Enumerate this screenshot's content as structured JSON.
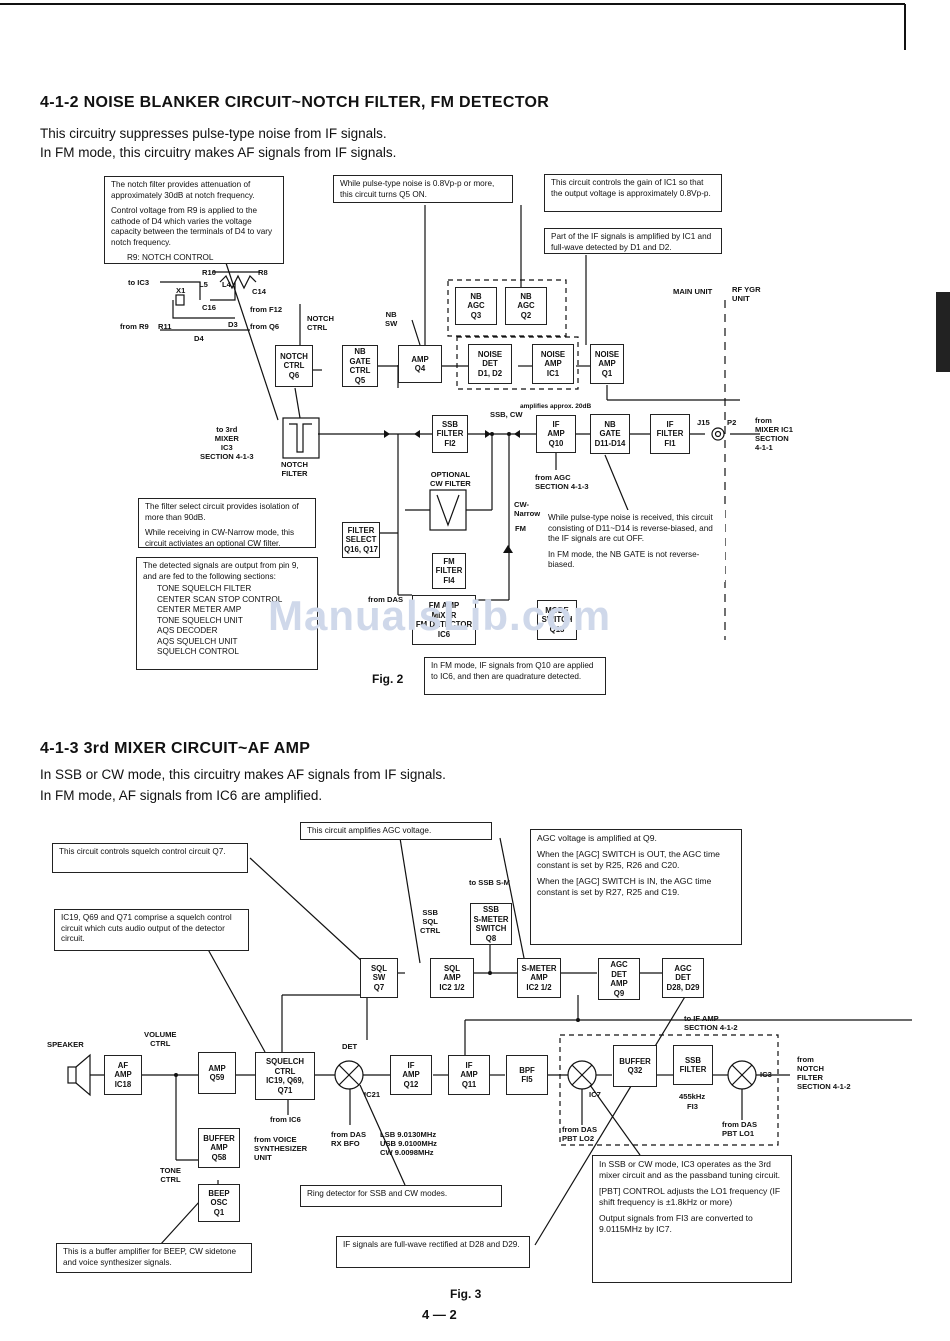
{
  "section1": {
    "title": "4-1-2 NOISE BLANKER CIRCUIT~NOTCH FILTER, FM DETECTOR",
    "intro1": "This circuitry suppresses pulse-type noise from IF signals.",
    "intro2": "In FM mode, this circuitry makes AF signals from IF signals.",
    "notes": {
      "notch": [
        "The notch filter provides attenuation of approximately 30dB at notch frequency.",
        "Control voltage from R9 is applied to the cathode of D4 which varies the voltage capacity between the terminals of D4 to vary notch frequency.",
        "R9: NOTCH CONTROL"
      ],
      "pulse": "While pulse-type noise is 0.8Vp-p or more, this circuit turns Q5 ON.",
      "gain": "This circuit controls the gain of IC1 so that the output voltage is approximately 0.8Vp-p.",
      "part": "Part of the IF signals is amplified by IC1 and full-wave detected by D1 and D2.",
      "filtersel": [
        "The filter select circuit provides isolation of more than 90dB.",
        "While receiving in CW-Narrow mode, this circuit activiates an optional CW filter."
      ],
      "detected": [
        "The detected signals are output from pin 9, and are fed to the following sections:",
        "TONE SQUELCH FILTER",
        "CENTER SCAN STOP CONTROL",
        "CENTER METER AMP",
        "TONE SQUELCH UNIT",
        "AQS DECODER",
        "AQS SQUELCH UNIT",
        "SQUELCH CONTROL"
      ],
      "reverse": [
        "While pulse-type noise is received, this circuit consisting of D11~D14 is reverse-biased, and the IF signals are cut OFF.",
        "In FM mode, the NB GATE is not reverse-biased."
      ],
      "fmmode": "In FM mode, IF signals from Q10 are applied to IC6, and then are quadrature detected."
    },
    "blocks": {
      "notch_ctrl": [
        "NOTCH",
        "CTRL",
        "Q6"
      ],
      "nb_gate_ctrl": [
        "NB",
        "GATE",
        "CTRL",
        "Q5"
      ],
      "amp_q4": [
        "AMP",
        "Q4"
      ],
      "nb_agc_q3": [
        "NB",
        "AGC",
        "Q3"
      ],
      "nb_agc_q2": [
        "NB",
        "AGC",
        "Q2"
      ],
      "noise_det": [
        "NOISE",
        "DET",
        "D1, D2"
      ],
      "noise_amp_ic1": [
        "NOISE",
        "AMP",
        "IC1"
      ],
      "noise_amp_q1": [
        "NOISE",
        "AMP",
        "Q1"
      ],
      "ssb_filter": [
        "SSB",
        "FILTER",
        "FI2"
      ],
      "if_amp_q10": [
        "IF",
        "AMP",
        "Q10"
      ],
      "nb_gate": [
        "NB",
        "GATE",
        "D11-D14"
      ],
      "if_filter": [
        "IF",
        "FILTER",
        "FI1"
      ],
      "filter_select": [
        "FILTER",
        "SELECT",
        "Q16, Q17"
      ],
      "fm_filter": [
        "FM",
        "FILTER",
        "FI4"
      ],
      "fm_det": [
        "FM AMP",
        "MIXER",
        "FM DETECTOR",
        "IC6"
      ],
      "mode_switch": [
        "MODE",
        "SWITCH",
        "Q15"
      ]
    },
    "labels": {
      "to_mixer": [
        "to 3rd",
        "MIXER",
        "IC3",
        "SECTION 4-1-3"
      ],
      "notch_filter": [
        "NOTCH",
        "FILTER"
      ],
      "notch_ctrl_knob": [
        "NOTCH",
        "CTRL"
      ],
      "nb_sw": [
        "NB",
        "SW"
      ],
      "ssb_cw": "SSB, CW",
      "amplifies": "amplifies approx. 20dB",
      "from_agc": [
        "from AGC",
        "SECTION 4-1-3"
      ],
      "optional_cw": [
        "OPTIONAL",
        "CW FILTER"
      ],
      "cw_narrow": [
        "CW-",
        "Narrow"
      ],
      "fm": "FM",
      "main_unit": "MAIN UNIT",
      "rf_ygr": [
        "RF YGR",
        "UNIT"
      ],
      "j15": "J15",
      "p2": "P2",
      "from_mixer": [
        "from",
        "MIXER IC1",
        "SECTION",
        "4-1-1"
      ],
      "from_das": [
        "from DAS"
      ],
      "to_ic3": "to IC3",
      "r10": "R10",
      "r8": "R8",
      "x1": "X1",
      "l5": "L5",
      "l4": "L4",
      "c14": "C14",
      "c16": "C16",
      "from_f12": "from F12",
      "from_r9": "from R9",
      "r11": "R11",
      "d3": "D3",
      "from_q6": "from Q6",
      "d4": "D4"
    },
    "fig": "Fig. 2"
  },
  "section2": {
    "title": "4-1-3 3rd MIXER CIRCUIT~AF AMP",
    "intro1": "In SSB or CW mode, this circuitry makes AF signals from IF signals.",
    "intro2": "In FM mode, AF signals from IC6 are amplified.",
    "notes": {
      "agc_amp": "This circuit amplifies AGC voltage.",
      "squelch": "This circuit controls squelch control circuit Q7.",
      "ic19": "IC19, Q69 and Q71 comprise a squelch control circuit which cuts audio output of the detector circuit.",
      "agc_q9": [
        "AGC voltage is amplified at Q9.",
        "When the [AGC] SWITCH is OUT, the AGC time constant is set by R25, R26 and C20.",
        "When the [AGC] SWITCH is IN, the AGC time constant is set by R27, R25 and C19."
      ],
      "ring": "Ring detector for SSB and CW modes.",
      "buffer": "This is a buffer amplifier for BEEP, CW sidetone and voice synthesizer signals.",
      "fullwave": "IF signals are full-wave rectified at D28 and D29.",
      "ic3": [
        "In SSB or CW mode, IC3 operates as the 3rd mixer circuit and as the passband tuning circuit.",
        "[PBT] CONTROL adjusts the LO1 frequency (IF shift frequency is ±1.8kHz or more)",
        "Output signals from FI3 are converted to 9.0115MHz by IC7."
      ]
    },
    "blocks": {
      "ssb_smeter_sw": [
        "SSB",
        "S-METER",
        "SWITCH",
        "Q8"
      ],
      "sql_sw": [
        "SQL",
        "SW",
        "Q7"
      ],
      "sql_amp": [
        "SQL",
        "AMP",
        "IC2 1/2"
      ],
      "smeter_amp": [
        "S-METER",
        "AMP",
        "IC2 1/2"
      ],
      "agc_det_amp": [
        "AGC",
        "DET",
        "AMP",
        "Q9"
      ],
      "agc_det": [
        "AGC",
        "DET",
        "D28, D29"
      ],
      "af_amp": [
        "AF",
        "AMP",
        "IC18"
      ],
      "amp_q59": [
        "AMP",
        "",
        "Q59"
      ],
      "squelch_ctrl": [
        "SQUELCH",
        "CTRL",
        "IC19, Q69,",
        "Q71"
      ],
      "if_amp_q12": [
        "IF",
        "AMP",
        "Q12"
      ],
      "if_amp_q11": [
        "IF",
        "AMP",
        "Q11"
      ],
      "bpf": [
        "BPF",
        "FI5"
      ],
      "buffer_q32": [
        "BUFFER",
        "",
        "Q32"
      ],
      "ssb_filter_fi3": [
        "SSB",
        "FILTER"
      ],
      "buffer_amp": [
        "BUFFER",
        "AMP",
        "Q58"
      ],
      "beep_osc": [
        "BEEP",
        "OSC",
        "Q1"
      ]
    },
    "labels": {
      "to_ssb_sm": "to SSB S-M",
      "ssb_sql_ctrl": [
        "SSB",
        "SQL",
        "CTRL"
      ],
      "to_if_amp": [
        "to IF AMP",
        "SECTION 4-1-2"
      ],
      "speaker": "SPEAKER",
      "volume": [
        "VOLUME",
        "CTRL"
      ],
      "det": "DET",
      "ic21": "IC21",
      "ic7": "IC7",
      "ic3": "IC3",
      "khz455": "455kHz",
      "fi3": "FI3",
      "from_notch": [
        "from",
        "NOTCH",
        "FILTER",
        "SECTION 4-1-2"
      ],
      "from_ic6": "from IC6",
      "from_voice": [
        "from VOICE",
        "SYNTHESIZER",
        "UNIT"
      ],
      "tone_ctrl": [
        "TONE",
        "CTRL"
      ],
      "from_das_rx": [
        "from DAS",
        "RX BFO"
      ],
      "bfo_freqs": [
        "LSB 9.0130MHz",
        "USB 9.0100MHz",
        "CW 9.0098MHz"
      ],
      "from_das_pbt_lo2": [
        "from DAS",
        "PBT LO2"
      ],
      "from_das_pbt_lo1": [
        "from DAS",
        "PBT LO1"
      ]
    },
    "fig": "Fig. 3",
    "page": "4 — 2"
  },
  "watermark": "ManualsLib.com"
}
